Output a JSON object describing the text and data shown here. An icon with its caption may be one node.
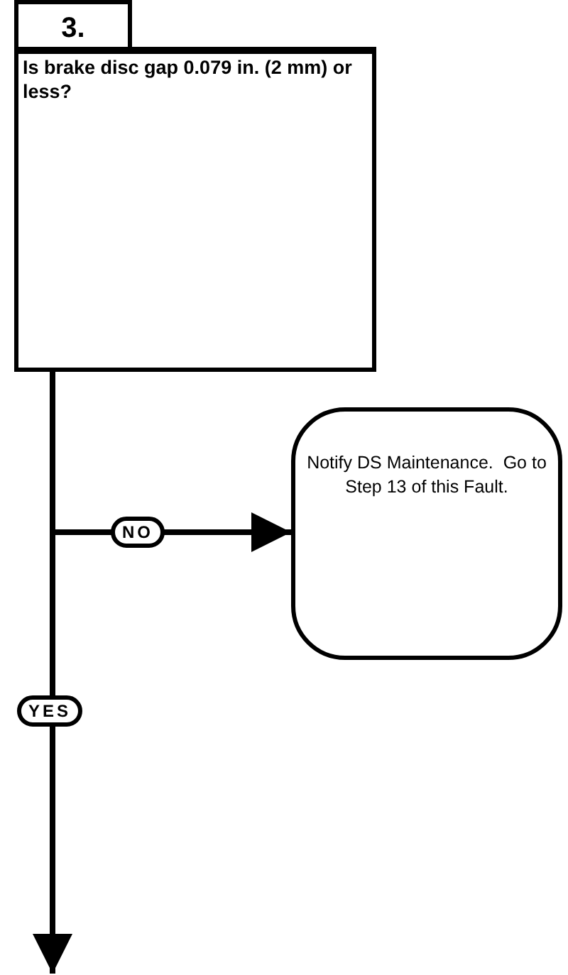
{
  "diagram": {
    "nodes": [
      {
        "text": [
          "3.",
          "Is brake disc gap 0.079 in. (2 mm) or less?"
        ]
      },
      {
        "text": [
          "Notify DS Maintenance.  Go to Step 13 of this Fault."
        ]
      }
    ],
    "edges": [
      {
        "from": 0,
        "to": 1,
        "arrow": "to",
        "label": "NO"
      },
      {
        "from": 0,
        "to": null,
        "arrow": "to",
        "label": "YES"
      }
    ]
  }
}
